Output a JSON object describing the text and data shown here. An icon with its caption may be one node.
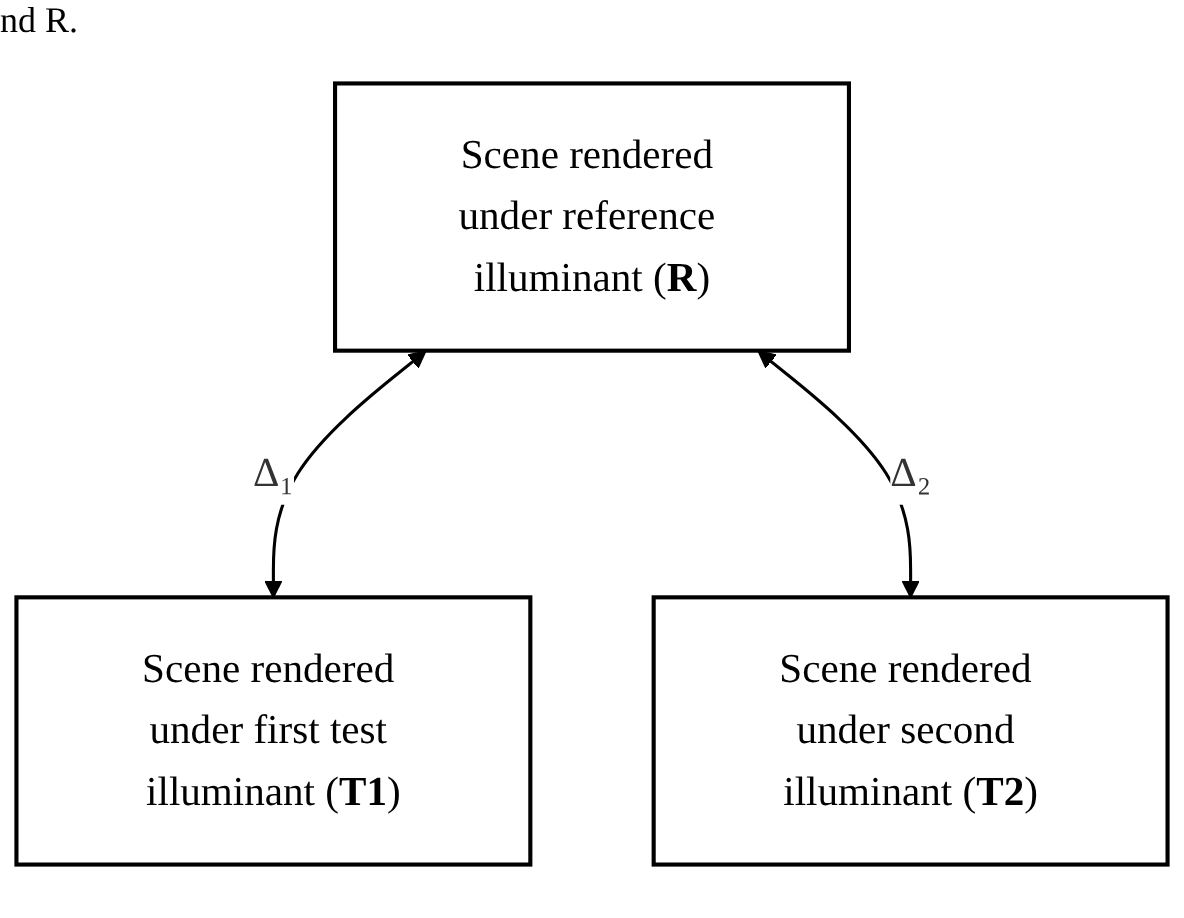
{
  "diagram": {
    "nodes": [
      {
        "text": [
          "Scene rendered under reference illuminant (**R**)"
        ]
      },
      {
        "text": [
          "Scene rendered under first test illuminant (**T1**)"
        ]
      },
      {
        "text": [
          "Scene rendered under second illuminant (**T2**)"
        ]
      }
    ],
    "edges": [
      {
        "from": 0,
        "to": 1,
        "arrow": "both",
        "label": "Δ₁"
      },
      {
        "from": 0,
        "to": 2,
        "arrow": "both",
        "label": "Δ₂"
      }
    ],
    "labels": [
      "nd R."
    ]
  }
}
